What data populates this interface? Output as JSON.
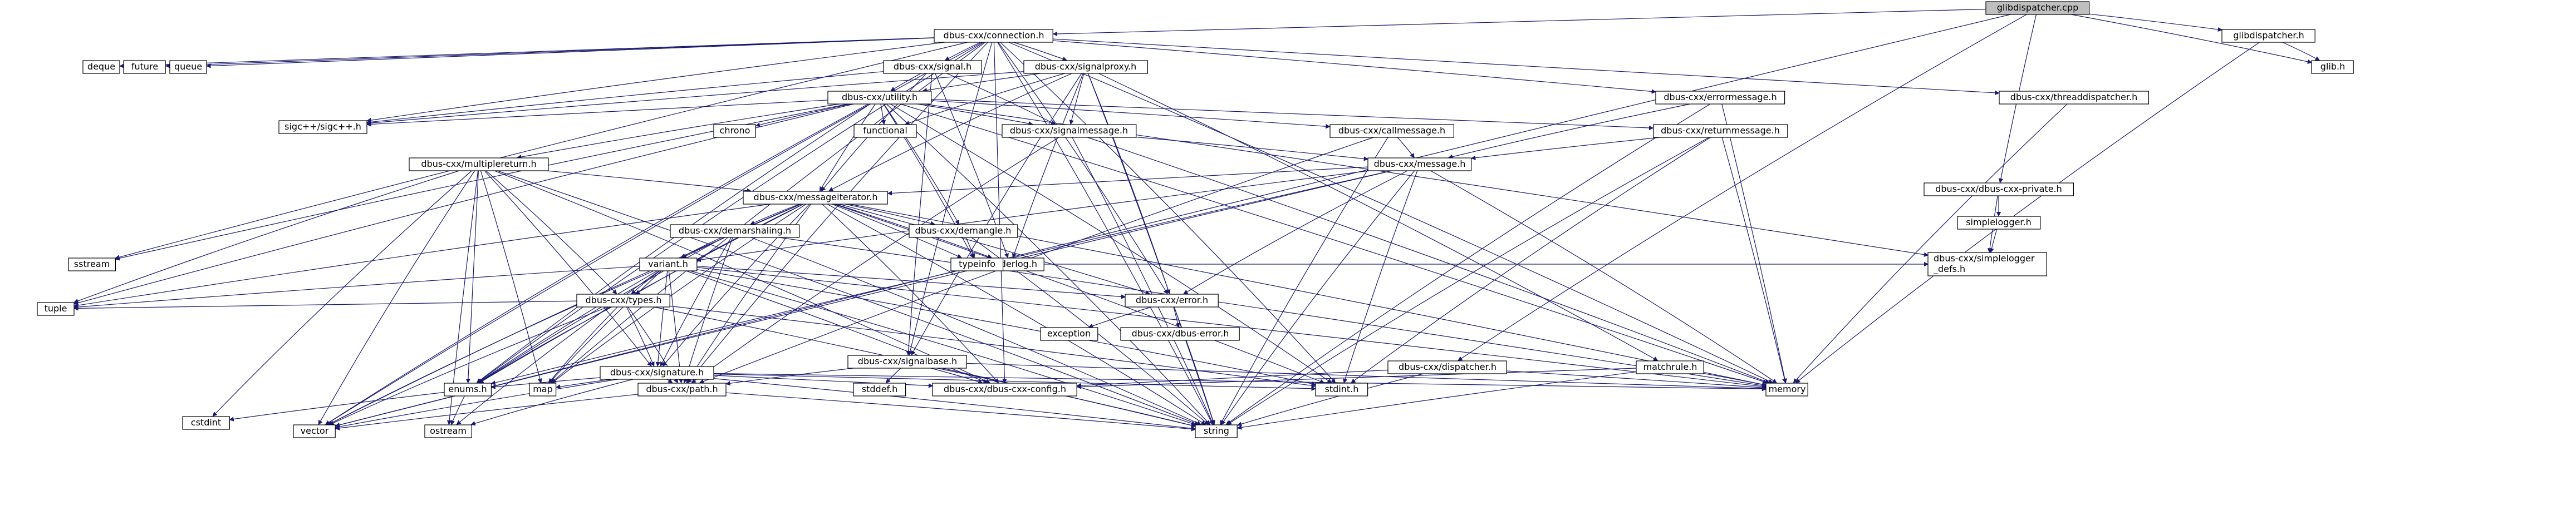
{
  "diagram": {
    "title": "",
    "colors": {
      "root_fill": "#bfbfbf",
      "node_fill": "#ffffff",
      "node_border_linked": "#000000",
      "node_border_truncated": "#ff0000",
      "node_border_external": "#bfbfbf",
      "edge": "#191970"
    },
    "nodes": [
      {
        "id": "glibdispatcher_cpp",
        "label": "glibdispatcher.cpp",
        "kind": "root"
      },
      {
        "id": "connection_h",
        "label": "dbus-cxx/connection.h",
        "kind": "normal"
      },
      {
        "id": "glibdispatcher_h",
        "label": "glibdispatcher.h",
        "kind": "normal"
      },
      {
        "id": "glib_h",
        "label": "glib.h",
        "kind": "external"
      },
      {
        "id": "deque",
        "label": "deque",
        "kind": "external"
      },
      {
        "id": "future",
        "label": "future",
        "kind": "external"
      },
      {
        "id": "queue",
        "label": "queue",
        "kind": "external"
      },
      {
        "id": "signal_h",
        "label": "dbus-cxx/signal.h",
        "kind": "normal"
      },
      {
        "id": "signalproxy_h",
        "label": "dbus-cxx/signalproxy.h",
        "kind": "normal"
      },
      {
        "id": "errormessage_h",
        "label": "dbus-cxx/errormessage.h",
        "kind": "normal"
      },
      {
        "id": "threaddispatcher_h",
        "label": "dbus-cxx/threaddispatcher.h",
        "kind": "normal"
      },
      {
        "id": "utility_h",
        "label": "dbus-cxx/utility.h",
        "kind": "normal"
      },
      {
        "id": "sigcxx",
        "label": "sigc++/sigc++.h",
        "kind": "external"
      },
      {
        "id": "chrono",
        "label": "chrono",
        "kind": "external"
      },
      {
        "id": "functional",
        "label": "functional",
        "kind": "external"
      },
      {
        "id": "signalmessage_h",
        "label": "dbus-cxx/signalmessage.h",
        "kind": "normal"
      },
      {
        "id": "callmessage_h",
        "label": "dbus-cxx/callmessage.h",
        "kind": "normal"
      },
      {
        "id": "returnmessage_h",
        "label": "dbus-cxx/returnmessage.h",
        "kind": "normal"
      },
      {
        "id": "multiplereturn_h",
        "label": "dbus-cxx/multiplereturn.h",
        "kind": "truncated"
      },
      {
        "id": "message_h",
        "label": "dbus-cxx/message.h",
        "kind": "truncated"
      },
      {
        "id": "messageiterator_h",
        "label": "dbus-cxx/messageiterator.h",
        "kind": "truncated"
      },
      {
        "id": "dbus_cxx_private_h",
        "label": "dbus-cxx/dbus-cxx-private.h",
        "kind": "normal"
      },
      {
        "id": "simplelogger_h",
        "label": "simplelogger.h",
        "kind": "normal"
      },
      {
        "id": "simplelogger_defs_h",
        "label": "dbus-cxx/simplelogger\n_defs.h",
        "kind": "normal"
      },
      {
        "id": "demarshaling_h",
        "label": "dbus-cxx/demarshaling.h",
        "kind": "normal"
      },
      {
        "id": "demangle_h",
        "label": "dbus-cxx/demangle.h",
        "kind": "normal"
      },
      {
        "id": "headerlog_h",
        "label": "headerlog.h",
        "kind": "normal"
      },
      {
        "id": "sstream",
        "label": "sstream",
        "kind": "external"
      },
      {
        "id": "typeinfo",
        "label": "typeinfo",
        "kind": "external"
      },
      {
        "id": "variant_h",
        "label": "variant.h",
        "kind": "truncated"
      },
      {
        "id": "types_h",
        "label": "dbus-cxx/types.h",
        "kind": "truncated"
      },
      {
        "id": "tuple",
        "label": "tuple",
        "kind": "external"
      },
      {
        "id": "error_h",
        "label": "dbus-cxx/error.h",
        "kind": "normal"
      },
      {
        "id": "exception",
        "label": "exception",
        "kind": "external"
      },
      {
        "id": "dbus_error_h",
        "label": "dbus-cxx/dbus-error.h",
        "kind": "normal"
      },
      {
        "id": "signature_h",
        "label": "dbus-cxx/signature.h",
        "kind": "truncated"
      },
      {
        "id": "signalbase_h",
        "label": "dbus-cxx/signalbase.h",
        "kind": "normal"
      },
      {
        "id": "dispatcher_h",
        "label": "dbus-cxx/dispatcher.h",
        "kind": "normal"
      },
      {
        "id": "matchrule_h",
        "label": "matchrule.h",
        "kind": "normal"
      },
      {
        "id": "enums_h",
        "label": "enums.h",
        "kind": "normal"
      },
      {
        "id": "map",
        "label": "map",
        "kind": "external"
      },
      {
        "id": "path_h",
        "label": "dbus-cxx/path.h",
        "kind": "normal"
      },
      {
        "id": "config_h",
        "label": "dbus-cxx/dbus-cxx-config.h",
        "kind": "normal"
      },
      {
        "id": "stddef_h",
        "label": "stddef.h",
        "kind": "external"
      },
      {
        "id": "stdint_h",
        "label": "stdint.h",
        "kind": "external"
      },
      {
        "id": "memory",
        "label": "memory",
        "kind": "external"
      },
      {
        "id": "cstdint",
        "label": "cstdint",
        "kind": "external"
      },
      {
        "id": "vector",
        "label": "vector",
        "kind": "external"
      },
      {
        "id": "ostream",
        "label": "ostream",
        "kind": "external"
      },
      {
        "id": "string",
        "label": "string",
        "kind": "external"
      }
    ],
    "edges": [
      [
        "glibdispatcher_cpp",
        "connection_h"
      ],
      [
        "glibdispatcher_cpp",
        "glibdispatcher_h"
      ],
      [
        "glibdispatcher_cpp",
        "glib_h"
      ],
      [
        "glibdispatcher_cpp",
        "dbus_cxx_private_h"
      ],
      [
        "glibdispatcher_cpp",
        "dispatcher_h"
      ],
      [
        "glibdispatcher_cpp",
        "vector"
      ],
      [
        "glibdispatcher_h",
        "glib_h"
      ],
      [
        "glibdispatcher_h",
        "memory"
      ],
      [
        "connection_h",
        "deque"
      ],
      [
        "connection_h",
        "future"
      ],
      [
        "connection_h",
        "queue"
      ],
      [
        "connection_h",
        "sigcxx"
      ],
      [
        "connection_h",
        "signal_h"
      ],
      [
        "connection_h",
        "signalproxy_h"
      ],
      [
        "connection_h",
        "errormessage_h"
      ],
      [
        "connection_h",
        "threaddispatcher_h"
      ],
      [
        "connection_h",
        "sstream"
      ],
      [
        "connection_h",
        "enums_h"
      ],
      [
        "connection_h",
        "map"
      ],
      [
        "connection_h",
        "error_h"
      ],
      [
        "connection_h",
        "stdint_h"
      ],
      [
        "connection_h",
        "memory"
      ],
      [
        "connection_h",
        "string"
      ],
      [
        "connection_h",
        "vector"
      ],
      [
        "connection_h",
        "config_h"
      ],
      [
        "connection_h",
        "signalbase_h"
      ],
      [
        "connection_h",
        "path_h"
      ],
      [
        "signal_h",
        "utility_h"
      ],
      [
        "signal_h",
        "signalmessage_h"
      ],
      [
        "signal_h",
        "sigcxx"
      ],
      [
        "signal_h",
        "headerlog_h"
      ],
      [
        "signal_h",
        "signalbase_h"
      ],
      [
        "signal_h",
        "messageiterator_h"
      ],
      [
        "signalproxy_h",
        "utility_h"
      ],
      [
        "signalproxy_h",
        "signalmessage_h"
      ],
      [
        "signalproxy_h",
        "messageiterator_h"
      ],
      [
        "signalproxy_h",
        "headerlog_h"
      ],
      [
        "signalproxy_h",
        "functional"
      ],
      [
        "signalproxy_h",
        "signalbase_h"
      ],
      [
        "signalproxy_h",
        "matchrule_h"
      ],
      [
        "signalproxy_h",
        "error_h"
      ],
      [
        "signalproxy_h",
        "string"
      ],
      [
        "signalproxy_h",
        "sigcxx"
      ],
      [
        "errormessage_h",
        "message_h"
      ],
      [
        "errormessage_h",
        "memory"
      ],
      [
        "errormessage_h",
        "string"
      ],
      [
        "threaddispatcher_h",
        "memory"
      ],
      [
        "utility_h",
        "sigcxx"
      ],
      [
        "utility_h",
        "chrono"
      ],
      [
        "utility_h",
        "functional"
      ],
      [
        "utility_h",
        "callmessage_h"
      ],
      [
        "utility_h",
        "returnmessage_h"
      ],
      [
        "utility_h",
        "signalmessage_h"
      ],
      [
        "utility_h",
        "multiplereturn_h"
      ],
      [
        "utility_h",
        "messageiterator_h"
      ],
      [
        "utility_h",
        "demangle_h"
      ],
      [
        "utility_h",
        "simplelogger_defs_h"
      ],
      [
        "utility_h",
        "sstream"
      ],
      [
        "utility_h",
        "enums_h"
      ],
      [
        "utility_h",
        "string"
      ],
      [
        "utility_h",
        "memory"
      ],
      [
        "utility_h",
        "stdint_h"
      ],
      [
        "utility_h",
        "tuple"
      ],
      [
        "utility_h",
        "vector"
      ],
      [
        "utility_h",
        "typeinfo"
      ],
      [
        "signalmessage_h",
        "message_h"
      ],
      [
        "signalmessage_h",
        "path_h"
      ],
      [
        "signalmessage_h",
        "memory"
      ],
      [
        "signalmessage_h",
        "string"
      ],
      [
        "callmessage_h",
        "message_h"
      ],
      [
        "callmessage_h",
        "path_h"
      ],
      [
        "callmessage_h",
        "string"
      ],
      [
        "returnmessage_h",
        "message_h"
      ],
      [
        "returnmessage_h",
        "memory"
      ],
      [
        "returnmessage_h",
        "stdint_h"
      ],
      [
        "returnmessage_h",
        "string"
      ],
      [
        "multiplereturn_h",
        "messageiterator_h"
      ],
      [
        "multiplereturn_h",
        "types_h"
      ],
      [
        "multiplereturn_h",
        "signature_h"
      ],
      [
        "multiplereturn_h",
        "tuple"
      ],
      [
        "multiplereturn_h",
        "enums_h"
      ],
      [
        "multiplereturn_h",
        "config_h"
      ],
      [
        "multiplereturn_h",
        "cstdint"
      ],
      [
        "multiplereturn_h",
        "map"
      ],
      [
        "multiplereturn_h",
        "vector"
      ],
      [
        "multiplereturn_h",
        "ostream"
      ],
      [
        "multiplereturn_h",
        "string"
      ],
      [
        "message_h",
        "messageiterator_h"
      ],
      [
        "message_h",
        "variant_h"
      ],
      [
        "message_h",
        "error_h"
      ],
      [
        "message_h",
        "memory"
      ],
      [
        "message_h",
        "stdint_h"
      ],
      [
        "message_h",
        "string"
      ],
      [
        "message_h",
        "vector"
      ],
      [
        "message_h",
        "enums_h"
      ],
      [
        "messageiterator_h",
        "demarshaling_h"
      ],
      [
        "messageiterator_h",
        "demangle_h"
      ],
      [
        "messageiterator_h",
        "headerlog_h"
      ],
      [
        "messageiterator_h",
        "variant_h"
      ],
      [
        "messageiterator_h",
        "types_h"
      ],
      [
        "messageiterator_h",
        "signature_h"
      ],
      [
        "messageiterator_h",
        "enums_h"
      ],
      [
        "messageiterator_h",
        "path_h"
      ],
      [
        "messageiterator_h",
        "error_h"
      ],
      [
        "messageiterator_h",
        "config_h"
      ],
      [
        "messageiterator_h",
        "tuple"
      ],
      [
        "messageiterator_h",
        "map"
      ],
      [
        "messageiterator_h",
        "vector"
      ],
      [
        "messageiterator_h",
        "memory"
      ],
      [
        "messageiterator_h",
        "string"
      ],
      [
        "messageiterator_h",
        "stdint_h"
      ],
      [
        "messageiterator_h",
        "typeinfo"
      ],
      [
        "dbus_cxx_private_h",
        "simplelogger_h"
      ],
      [
        "dbus_cxx_private_h",
        "simplelogger_defs_h"
      ],
      [
        "simplelogger_h",
        "simplelogger_defs_h"
      ],
      [
        "demarshaling_h",
        "variant_h"
      ],
      [
        "demarshaling_h",
        "path_h"
      ],
      [
        "demarshaling_h",
        "signature_h"
      ],
      [
        "demarshaling_h",
        "enums_h"
      ],
      [
        "demarshaling_h",
        "memory"
      ],
      [
        "demarshaling_h",
        "string"
      ],
      [
        "demangle_h",
        "string"
      ],
      [
        "demangle_h",
        "typeinfo"
      ],
      [
        "headerlog_h",
        "simplelogger_defs_h"
      ],
      [
        "variant_h",
        "types_h"
      ],
      [
        "variant_h",
        "signature_h"
      ],
      [
        "variant_h",
        "enums_h"
      ],
      [
        "variant_h",
        "path_h"
      ],
      [
        "variant_h",
        "error_h"
      ],
      [
        "variant_h",
        "config_h"
      ],
      [
        "variant_h",
        "map"
      ],
      [
        "variant_h",
        "vector"
      ],
      [
        "variant_h",
        "tuple"
      ],
      [
        "variant_h",
        "string"
      ],
      [
        "variant_h",
        "stdint_h"
      ],
      [
        "variant_h",
        "ostream"
      ],
      [
        "variant_h",
        "memory"
      ],
      [
        "types_h",
        "signature_h"
      ],
      [
        "types_h",
        "enums_h"
      ],
      [
        "types_h",
        "path_h"
      ],
      [
        "types_h",
        "tuple"
      ],
      [
        "types_h",
        "map"
      ],
      [
        "types_h",
        "vector"
      ],
      [
        "types_h",
        "string"
      ],
      [
        "types_h",
        "stdint_h"
      ],
      [
        "error_h",
        "exception"
      ],
      [
        "error_h",
        "dbus_error_h"
      ],
      [
        "error_h",
        "string"
      ],
      [
        "signature_h",
        "enums_h"
      ],
      [
        "signature_h",
        "path_h"
      ],
      [
        "signature_h",
        "config_h"
      ],
      [
        "signature_h",
        "map"
      ],
      [
        "signature_h",
        "vector"
      ],
      [
        "signature_h",
        "ostream"
      ],
      [
        "signature_h",
        "string"
      ],
      [
        "signature_h",
        "memory"
      ],
      [
        "signature_h",
        "stdint_h"
      ],
      [
        "signalbase_h",
        "path_h"
      ],
      [
        "signalbase_h",
        "config_h"
      ],
      [
        "signalbase_h",
        "stddef_h"
      ],
      [
        "signalbase_h",
        "memory"
      ],
      [
        "signalbase_h",
        "string"
      ],
      [
        "dispatcher_h",
        "config_h"
      ],
      [
        "dispatcher_h",
        "memory"
      ],
      [
        "dispatcher_h",
        "string"
      ],
      [
        "matchrule_h",
        "memory"
      ],
      [
        "matchrule_h",
        "string"
      ],
      [
        "matchrule_h",
        "config_h"
      ],
      [
        "enums_h",
        "cstdint"
      ],
      [
        "enums_h",
        "ostream"
      ],
      [
        "path_h",
        "vector"
      ],
      [
        "path_h",
        "string"
      ]
    ]
  }
}
